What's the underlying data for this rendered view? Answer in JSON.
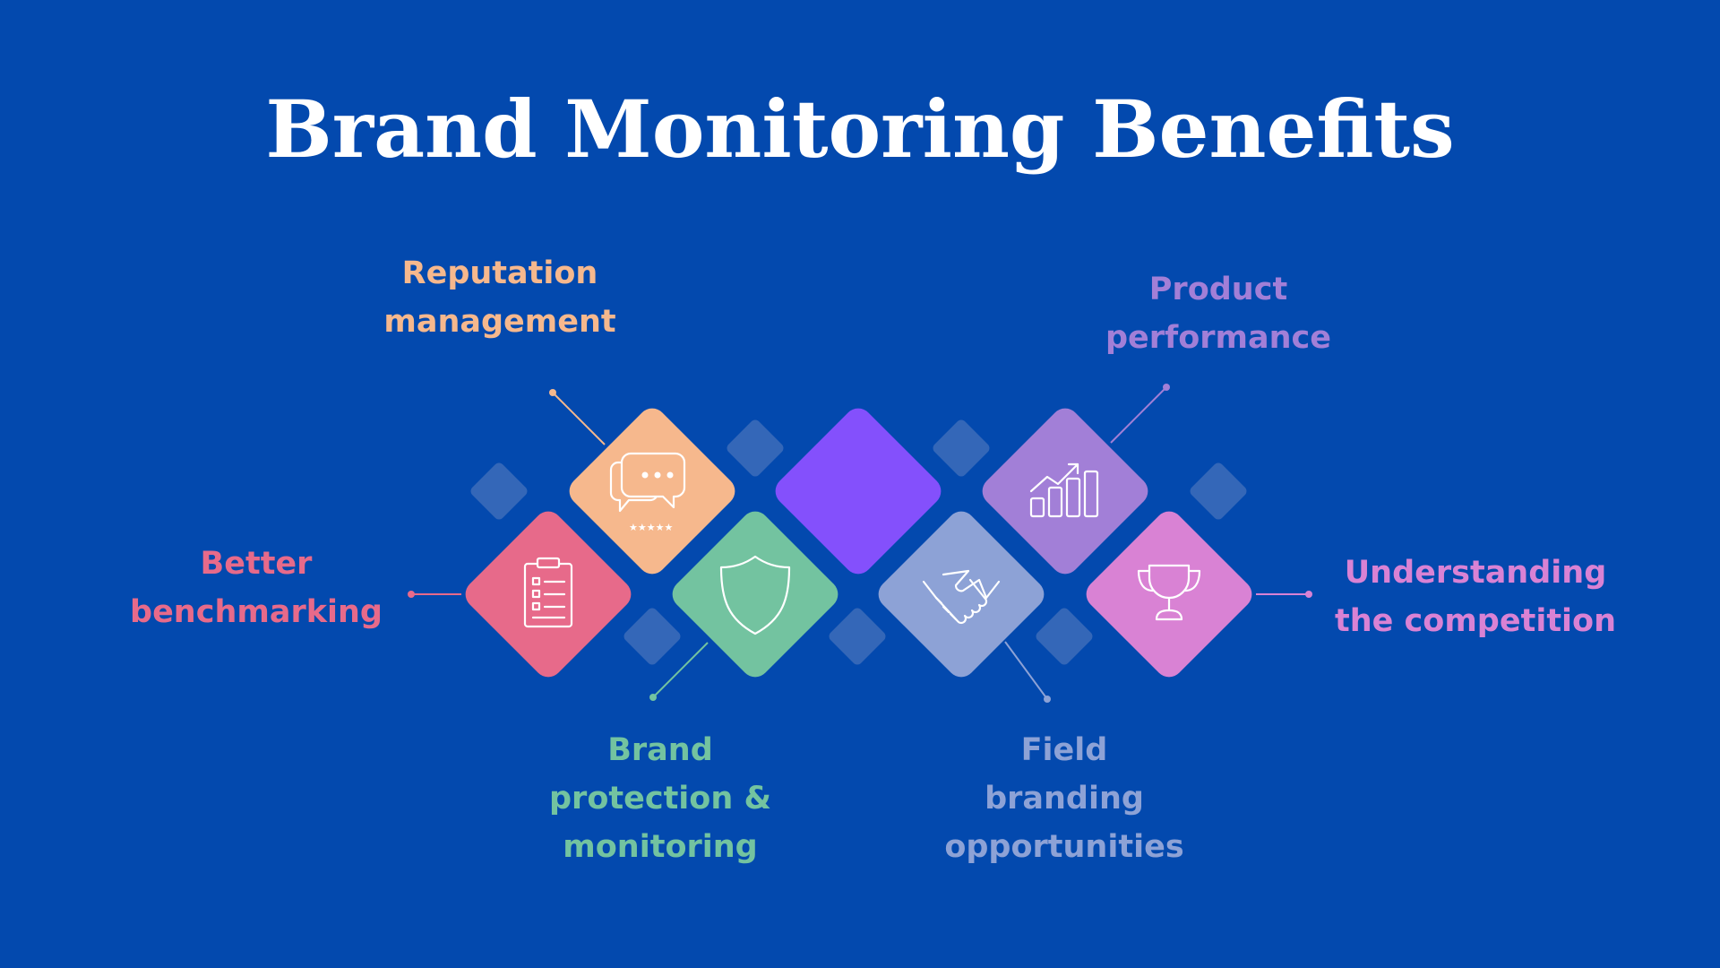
{
  "title": "Brand Monitoring Benefits",
  "colors": {
    "background": "#0349ae",
    "reputation": "#f6b88d",
    "product": "#a27fd7",
    "benchmarking": "#e76a8a",
    "protection": "#73c3a0",
    "field": "#8da2d6",
    "competition": "#d982d4",
    "center": "#8450fc",
    "small_diamond": "#3467b8"
  },
  "benefits": {
    "reputation": {
      "lines": [
        "Reputation",
        "management"
      ],
      "icon": "chat-bubbles-rating-icon"
    },
    "product": {
      "lines": [
        "Product",
        "performance"
      ],
      "icon": "growth-chart-icon"
    },
    "benchmarking": {
      "lines": [
        "Better",
        "benchmarking"
      ],
      "icon": "clipboard-checklist-icon"
    },
    "protection": {
      "lines": [
        "Brand",
        "protection &",
        "monitoring"
      ],
      "icon": "shield-icon"
    },
    "field": {
      "lines": [
        "Field",
        "branding",
        "opportunities"
      ],
      "icon": "handshake-icon"
    },
    "competition": {
      "lines": [
        "Understanding",
        "the competition"
      ],
      "icon": "trophy-icon"
    }
  }
}
